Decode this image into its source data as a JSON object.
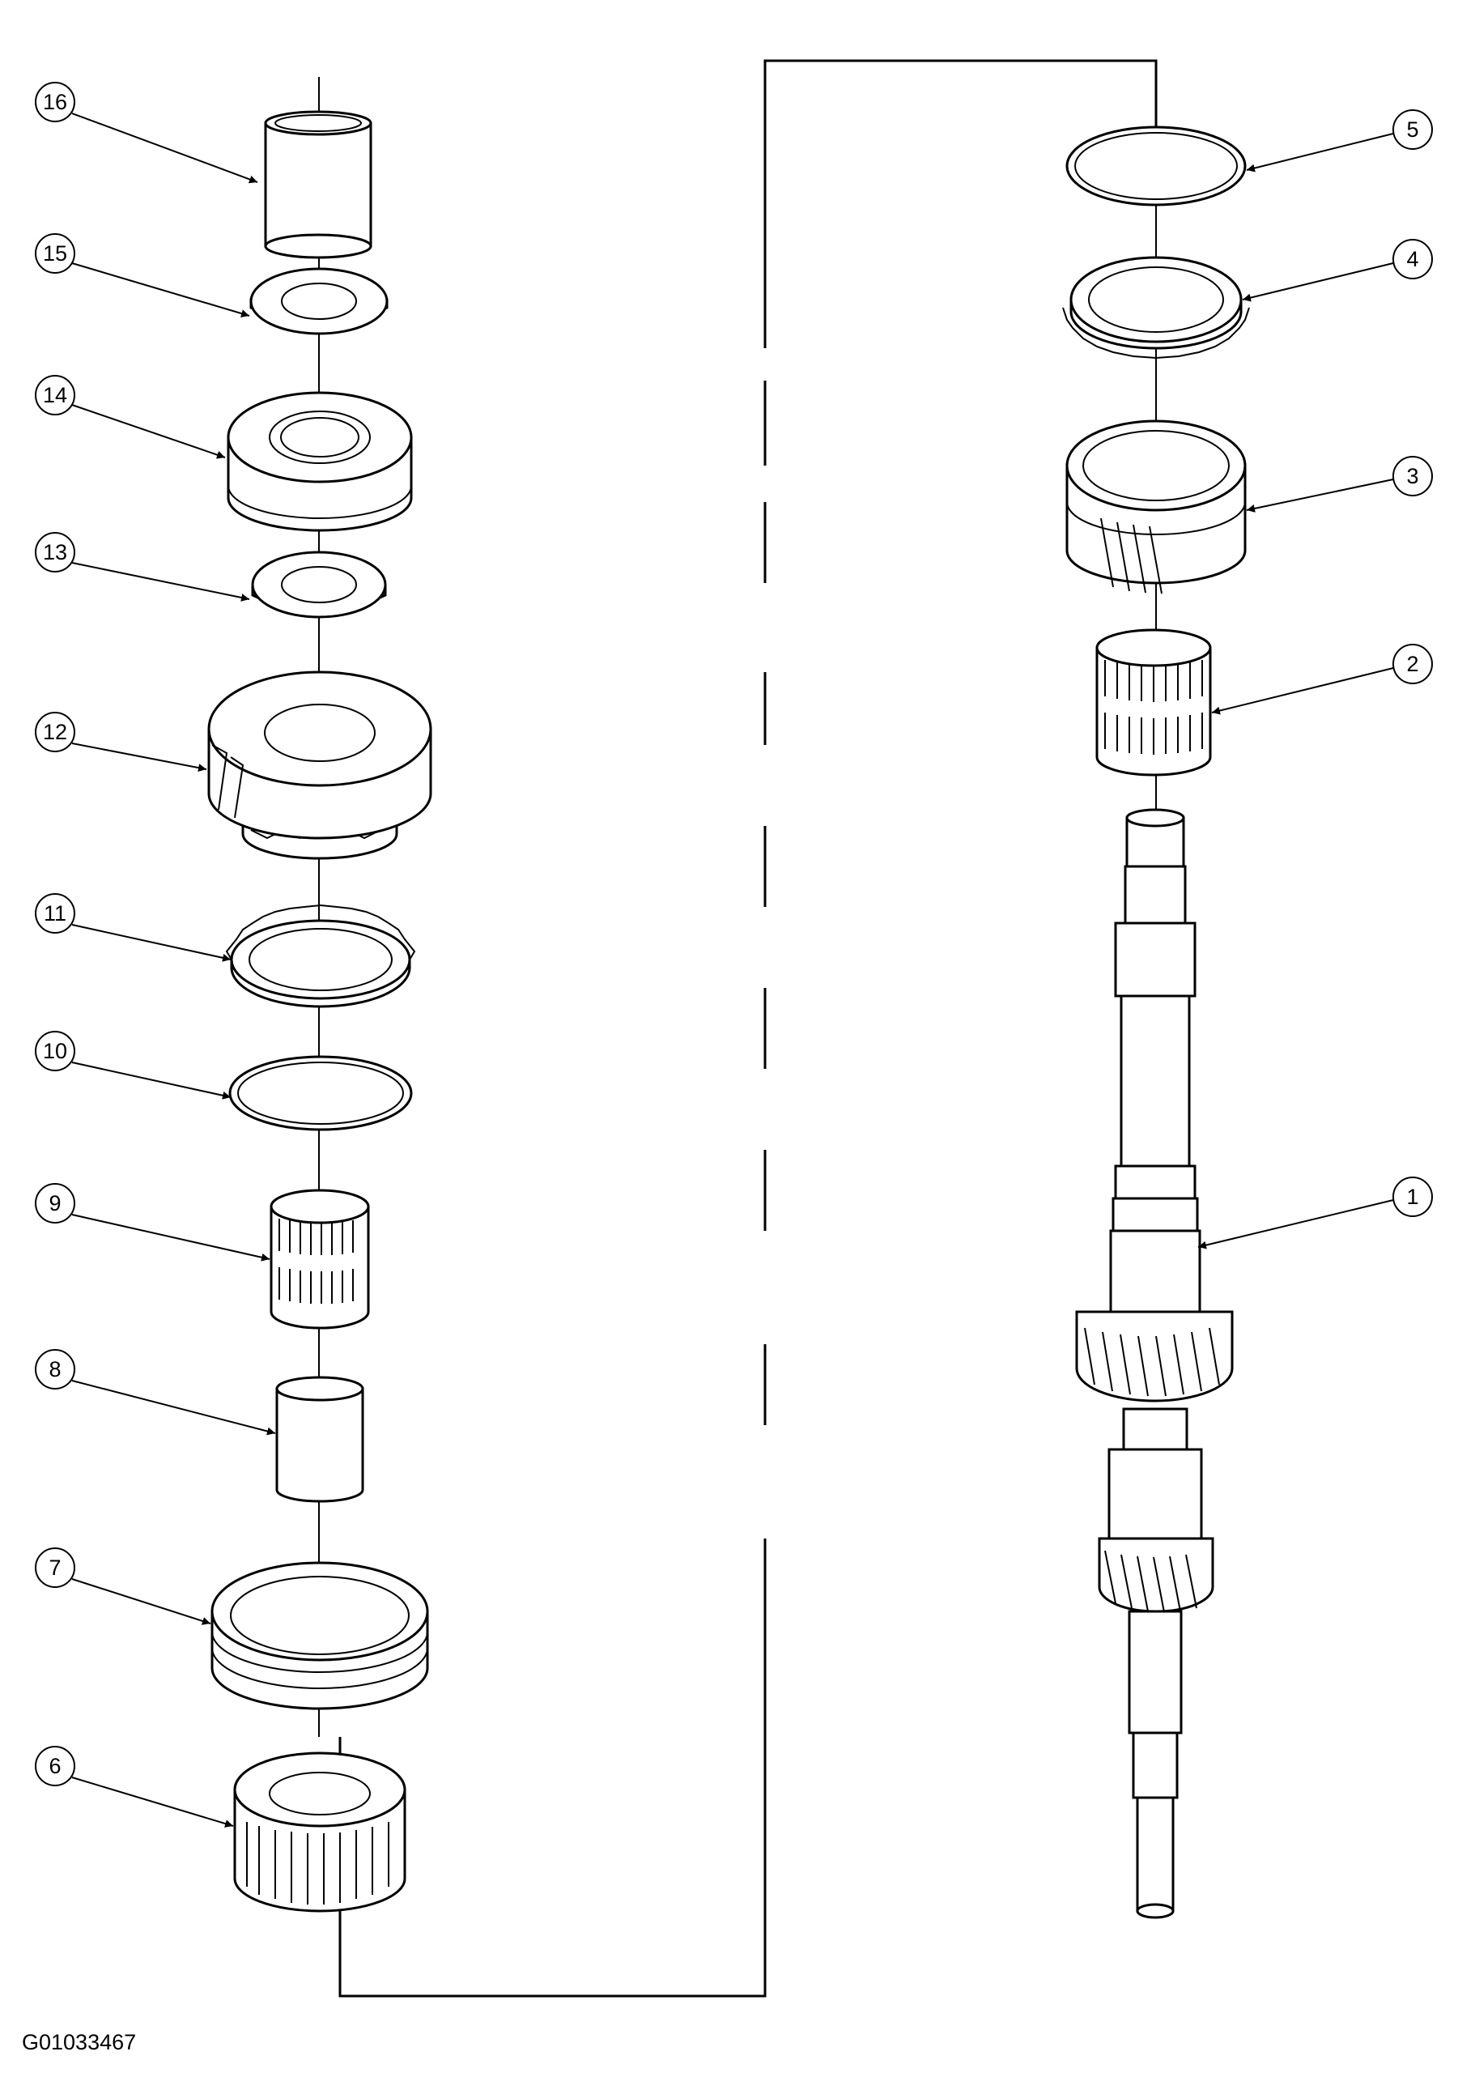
{
  "figure_id": "G01033467",
  "callouts": [
    "1",
    "2",
    "3",
    "4",
    "5",
    "6",
    "7",
    "8",
    "9",
    "10",
    "11",
    "12",
    "13",
    "14",
    "15",
    "16"
  ]
}
